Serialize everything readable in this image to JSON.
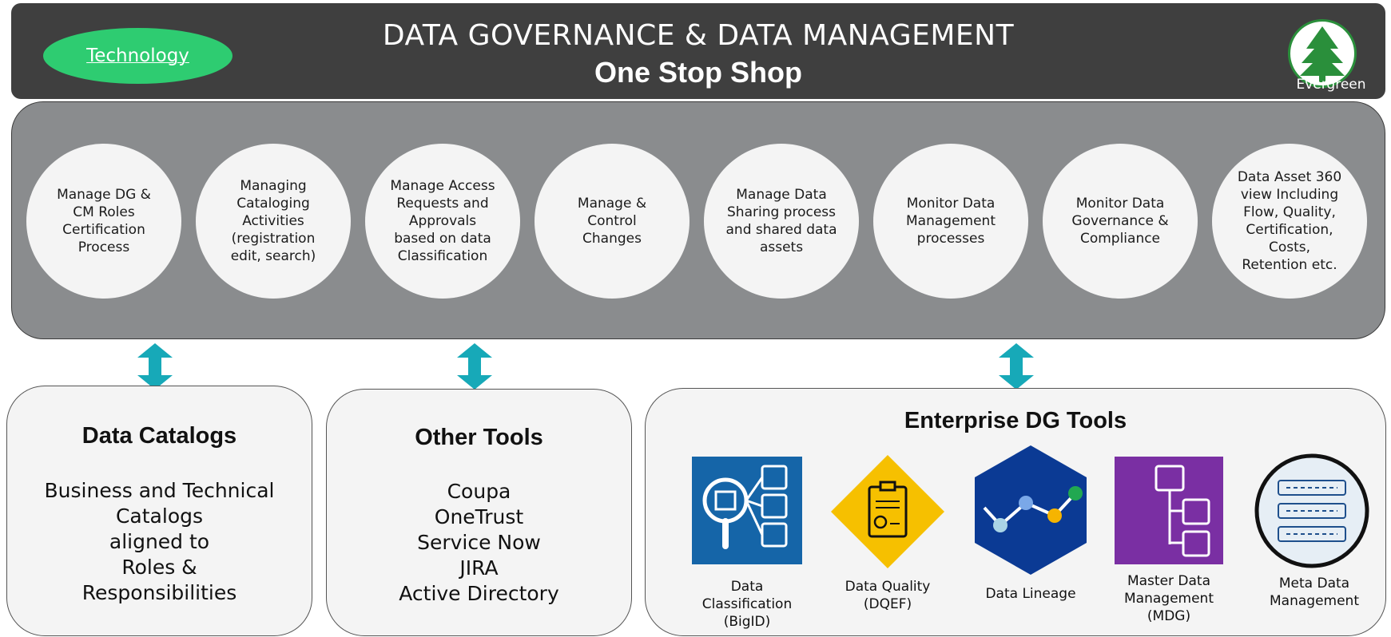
{
  "header": {
    "badge_label": "Technology",
    "title": "DATA GOVERNANCE & DATA MANAGEMENT",
    "subtitle": "One Stop Shop",
    "logo_label": "Evergreen"
  },
  "capabilities": [
    "Manage DG &\nCM Roles\nCertification\nProcess",
    "Managing\nCataloging\nActivities\n(registration\nedit, search)",
    "Manage Access\nRequests and\nApprovals\nbased on data\nClassification",
    "Manage &\nControl\nChanges",
    "Manage Data\nSharing process\nand shared data\nassets",
    "Monitor Data\nManagement\nprocesses",
    "Monitor  Data\nGovernance  &\nCompliance",
    "Data Asset 360\nview Including\nFlow, Quality,\nCertification,\nCosts,\nRetention etc."
  ],
  "data_catalogs": {
    "title": "Data Catalogs",
    "lines": "Business and Technical\nCatalogs\naligned to\nRoles &\nResponsibilities"
  },
  "other_tools": {
    "title": "Other Tools",
    "lines": "Coupa\nOneTrust\nService Now\nJIRA\nActive Directory"
  },
  "enterprise_tools": {
    "title": "Enterprise DG Tools",
    "tools": [
      {
        "label": "Data\nClassification\n(BigID)",
        "icon": "classification-icon",
        "color": "#1565a8"
      },
      {
        "label": "Data Quality\n(DQEF)",
        "icon": "quality-icon",
        "color": "#f6c000"
      },
      {
        "label": "Data Lineage",
        "icon": "lineage-icon",
        "color": "#0b3a94"
      },
      {
        "label": "Master Data\nManagement\n(MDG)",
        "icon": "master-data-icon",
        "color": "#7a2fa3"
      },
      {
        "label": "Meta Data\nManagement",
        "icon": "metadata-icon",
        "color": "#e6eef5"
      }
    ]
  },
  "colors": {
    "header_bg": "#3f3f3f",
    "badge_green": "#2ecc71",
    "band_gray": "#8a8c8e",
    "arrow_teal": "#17a9b8"
  }
}
